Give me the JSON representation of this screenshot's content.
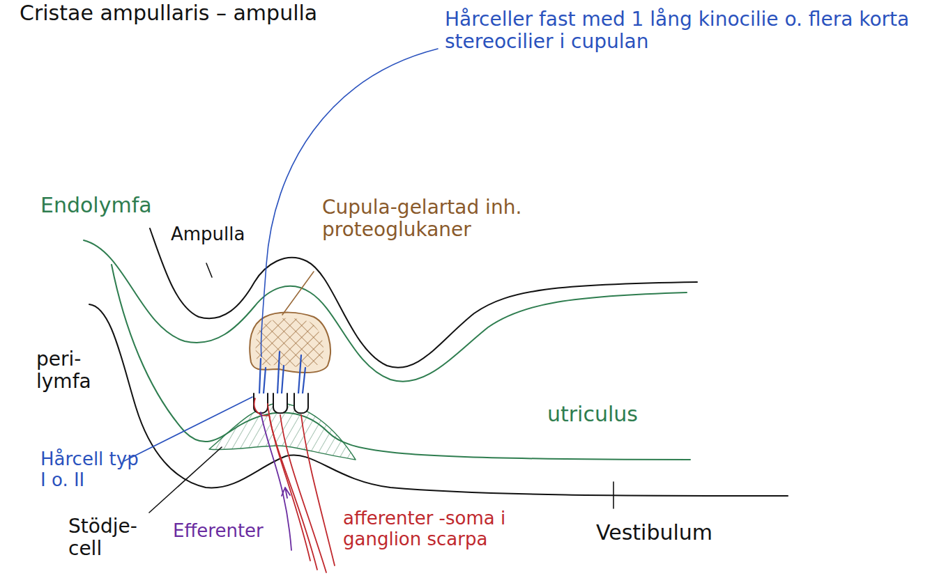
{
  "diagram": {
    "title": "Cristae ampullaris – ampulla",
    "labels": [
      "Hårceller fast med 1 lång kinocilie o. flera korta stereocilier i cupulan",
      "Endolymfa",
      "Ampulla",
      "Cupula-gelartad inh. proteoglukaner",
      "peri- lymfa",
      "Hårcell typ I o. II",
      "Stödje- cell",
      "Efferenter",
      "afferenter -soma i ganglion scarpa",
      "utriculus",
      "Vestibulum"
    ]
  }
}
